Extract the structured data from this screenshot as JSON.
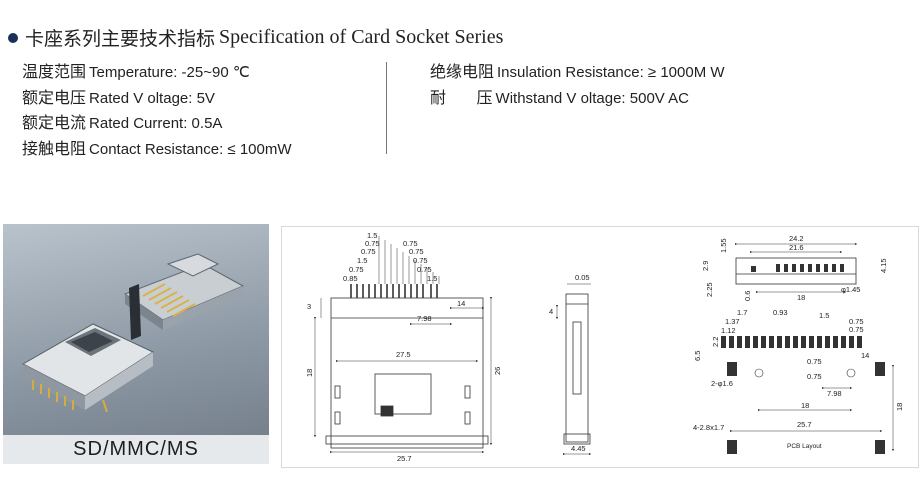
{
  "title": {
    "cn": "卡座系列主要技术指标",
    "en": "Specification of Card Socket Series"
  },
  "specs_left": [
    {
      "cn": "温度范围",
      "en": "Temperature: -25~90  ℃"
    },
    {
      "cn": "额定电压",
      "en": "Rated V oltage: 5V"
    },
    {
      "cn": "额定电流",
      "en": "Rated Current: 0.5A"
    },
    {
      "cn": "接触电阻",
      "en": "Contact Resistance:    ≤ 100mW"
    }
  ],
  "specs_right": [
    {
      "cn": "绝缘电阻",
      "en": "Insulation Resistance:    ≥ 1000M W"
    },
    {
      "cn": "耐      压",
      "en": "Withstand V oltage: 500V  AC"
    }
  ],
  "photo_caption": "SD/MMC/MS",
  "drawing": {
    "pin_pitch_top": [
      "1.5",
      "0.75",
      "0.75",
      "0.75",
      "0.75",
      "1.5",
      "0.75",
      "0.75",
      "0.85",
      "0.75",
      "1.5"
    ],
    "front": {
      "top_offset": "3",
      "side_height": "18",
      "width_inner": "27.5",
      "height_total": "26",
      "width_bottom": "25.7",
      "pin_offset": "7.98",
      "right_offset": "14"
    },
    "side": {
      "thickness_top": "0.05",
      "depth_small": "4",
      "base": "4.45"
    },
    "top_right": {
      "w_outer": "24.2",
      "w_inner": "21.6",
      "h_left1": "2.9",
      "h_left2": "1.55",
      "h_right": "4.15",
      "h_left3": "2.25",
      "h_left4": "0.6",
      "pitch_mid": "18",
      "hole": "φ1.45"
    },
    "pcb": {
      "d1": "1.7",
      "d2": "0.93",
      "d3": "1.37",
      "d4": "1.12",
      "d5": "2.2",
      "d6": "6.5",
      "d7": "1.5",
      "d8": "0.75",
      "d9": "0.75",
      "d10": "0.75",
      "d11": "0.75",
      "d12": "14",
      "d13": "7.98",
      "holes": "2-φ1.6",
      "span": "18",
      "width": "25.7",
      "pads": "4-2.8x1.7",
      "right_h": "18",
      "layout_label": "PCB Layout"
    }
  }
}
